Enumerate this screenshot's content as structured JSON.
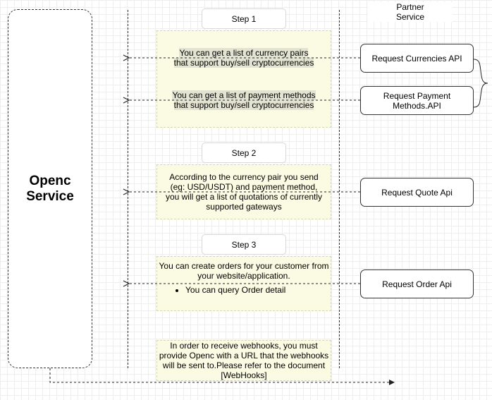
{
  "service": {
    "line1": "Openc",
    "line2": "Service"
  },
  "partner": {
    "line1": "Partner",
    "line2": "Service"
  },
  "steps": [
    "Step 1",
    "Step 2",
    "Step 3"
  ],
  "notes": {
    "currencies": [
      "You can get a list of currency pairs",
      "that support buy/sell cryptocurrencies"
    ],
    "payments": [
      "You can get a list of payment methods",
      "that support buy/sell cryptocurrencies"
    ],
    "quote": [
      "According to the currency pair you send",
      "(eg: USD/USDT) and payment method,",
      "you will get a list of quotations of currently",
      "supported gateways"
    ],
    "order": {
      "line1": "You can create orders for your customer from",
      "line2": "your website/application.",
      "bullet": "You can query Order detail"
    },
    "webhook": [
      "In order to receive webhooks, you must",
      "provide Openc with a URL that the webhooks",
      "will be sent to.Please refer to the document",
      "[WebHooks]"
    ]
  },
  "apis": {
    "currencies": "Request Currencies API",
    "payment": [
      "Request Payment",
      "Methods.API"
    ],
    "quote": "Request Quote Api",
    "order": "Request Order Api"
  }
}
